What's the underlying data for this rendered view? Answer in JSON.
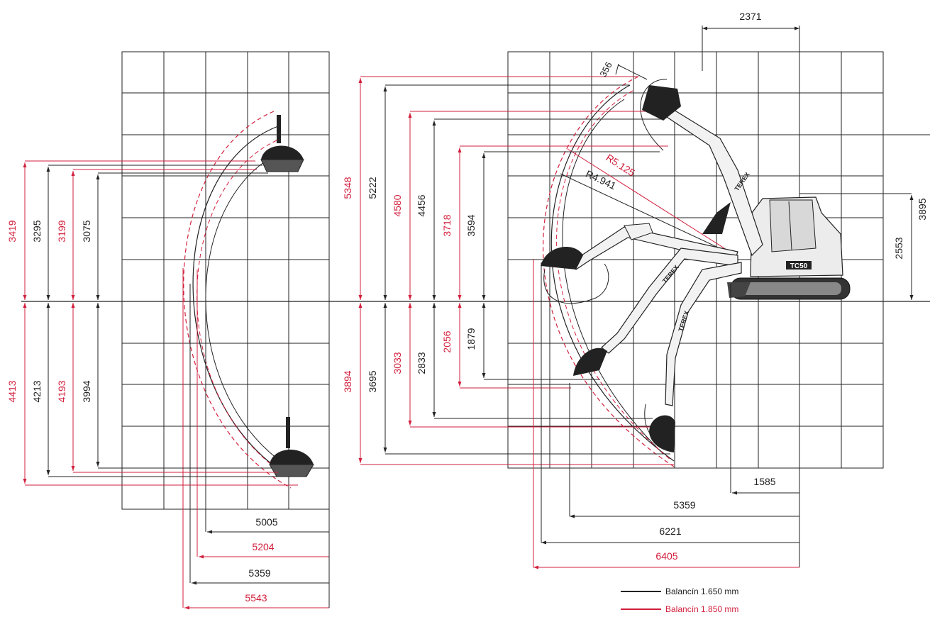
{
  "colors": {
    "black": "#222222",
    "red": "#d21f3c",
    "grid": "#222222"
  },
  "legend": {
    "black_label": "Balancín 1.650 mm",
    "red_label": "Balancín 1.850 mm"
  },
  "machine": {
    "brand": "TEREX",
    "model": "TC50"
  },
  "top_view": {
    "heights_above": {
      "red_outer": "3419",
      "black_outer": "3295",
      "red_inner": "3199",
      "black_inner": "3075"
    },
    "depths_below": {
      "red_outer": "4413",
      "black_outer": "4213",
      "red_inner": "4193",
      "black_inner": "3994"
    },
    "widths": {
      "w1": "5005",
      "w2": "5204",
      "w3": "5359",
      "w4": "5543"
    }
  },
  "side_view": {
    "top_width": "2371",
    "bucket_offset": "356",
    "radius_red": "R5.125",
    "radius_black": "R4.941",
    "heights_above": {
      "h_red_max": "5348",
      "h_black_max": "5222",
      "h_red_2": "4580",
      "h_black_2": "4456",
      "h_red_3": "3718",
      "h_black_3": "3594"
    },
    "depths_below": {
      "d_red_max": "3894",
      "d_black_max": "3695",
      "d_red_2": "3033",
      "d_black_2": "2833",
      "d_red_3": "2056",
      "d_black_3": "1879"
    },
    "machine_heights": {
      "cab": "2553",
      "total": "3895"
    },
    "reaches": {
      "r1": "1585",
      "r2": "5359",
      "r3": "6221",
      "r4": "6405"
    }
  }
}
